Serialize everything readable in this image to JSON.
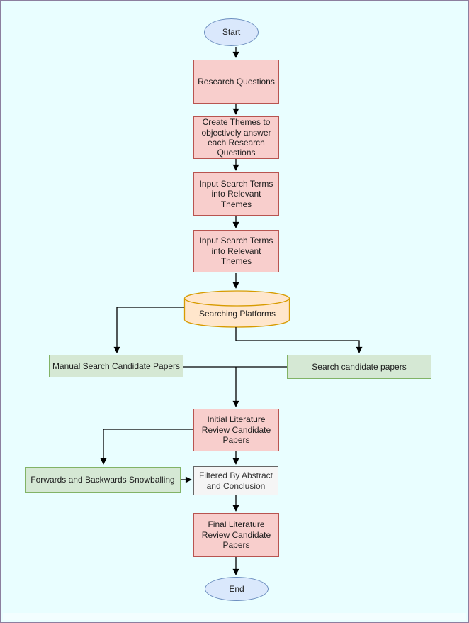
{
  "diagram": {
    "type": "flowchart",
    "nodes": {
      "start": {
        "label": "Start",
        "shape": "ellipse"
      },
      "research_questions": {
        "label": "Research Questions",
        "shape": "rect"
      },
      "create_themes": {
        "label": "Create Themes to\nobjectively answer\neach Research\nQuestions",
        "shape": "rect"
      },
      "input_terms_1": {
        "label": "Input Search Terms\ninto Relevant Themes",
        "shape": "rect"
      },
      "input_terms_2": {
        "label": "Input Search Terms\ninto Relevant Themes",
        "shape": "rect"
      },
      "searching_platforms": {
        "label": "Searching Platforms",
        "shape": "cylinder"
      },
      "manual_search": {
        "label": "Manual Search Candidate Papers",
        "shape": "rect"
      },
      "search_candidate": {
        "label": "Search candidate papers",
        "shape": "rect"
      },
      "initial_review": {
        "label": "Initial Literature\nReview Candidate\nPapers",
        "shape": "rect"
      },
      "snowballing": {
        "label": "Forwards and Backwards Snowballing",
        "shape": "rect"
      },
      "filtered": {
        "label": "Filtered By Abstract\nand Conclusion",
        "shape": "rect"
      },
      "final_review": {
        "label": "Final Literature\nReview Candidate\nPapers",
        "shape": "rect"
      },
      "end": {
        "label": "End",
        "shape": "ellipse"
      }
    },
    "edges": [
      {
        "from": "start",
        "to": "research_questions"
      },
      {
        "from": "research_questions",
        "to": "create_themes"
      },
      {
        "from": "create_themes",
        "to": "input_terms_1"
      },
      {
        "from": "input_terms_1",
        "to": "input_terms_2"
      },
      {
        "from": "input_terms_2",
        "to": "searching_platforms"
      },
      {
        "from": "searching_platforms",
        "to": "manual_search"
      },
      {
        "from": "searching_platforms",
        "to": "search_candidate"
      },
      {
        "from": "manual_search",
        "to": "initial_review"
      },
      {
        "from": "search_candidate",
        "to": "initial_review"
      },
      {
        "from": "initial_review",
        "to": "snowballing"
      },
      {
        "from": "snowballing",
        "to": "filtered"
      },
      {
        "from": "initial_review",
        "to": "filtered"
      },
      {
        "from": "filtered",
        "to": "final_review"
      },
      {
        "from": "final_review",
        "to": "end"
      }
    ],
    "colors": {
      "background": "#e9feff",
      "frame_border": "#8c7f9f",
      "process_fill": "#f8cecc",
      "process_stroke": "#b85450",
      "io_fill": "#d5e8d4",
      "io_stroke": "#82b366",
      "terminator_fill": "#dae8fc",
      "terminator_stroke": "#6c8ebf",
      "database_fill": "#ffe6cc",
      "database_stroke": "#d79b00",
      "filter_fill": "#f5f5f5",
      "filter_stroke": "#666666",
      "connector": "#000000"
    }
  }
}
